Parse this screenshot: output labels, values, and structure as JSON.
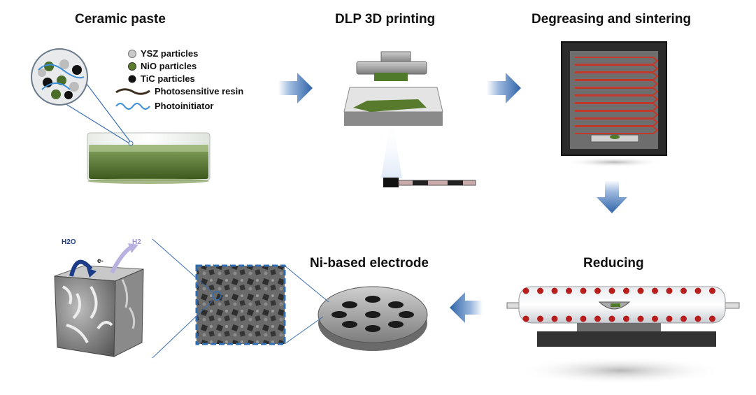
{
  "stages": {
    "ceramic_paste": "Ceramic paste",
    "dlp_printing": "DLP 3D printing",
    "degreasing": "Degreasing and sintering",
    "reducing": "Reducing",
    "electrode": "Ni-based electrode"
  },
  "legend": {
    "ysz": "YSZ particles",
    "nio": "NiO particles",
    "tic": "TiC particles",
    "resin": "Photosensitive resin",
    "initiator": "Photoinitiator"
  },
  "reaction": {
    "reactant": "H2O",
    "product": "H2",
    "electron": "e-"
  },
  "colors": {
    "arrow_blue": "#3b6fb0",
    "paste_green": "#4f6b2a",
    "furnace_red": "#c0392b",
    "dashed_blue": "#2e6db4"
  }
}
